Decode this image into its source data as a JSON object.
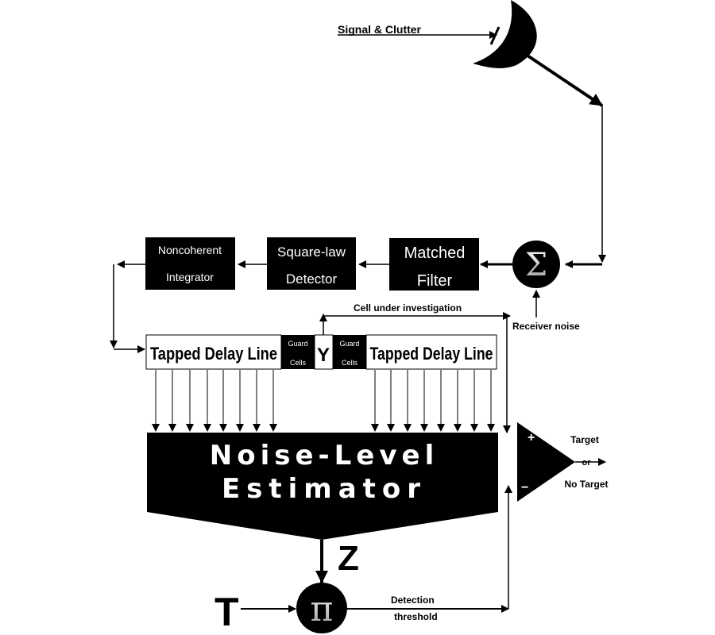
{
  "diagram": {
    "input_label": "Signal & Clutter",
    "blocks": {
      "noncoherent_integrator": [
        "Noncoherent",
        "Integrator"
      ],
      "square_law_detector": [
        "Square-law",
        "Detector"
      ],
      "matched_filter": [
        "Matched",
        "Filter"
      ],
      "summer_symbol": "Σ",
      "multiplier_symbol": "π",
      "estimator": [
        "Noise-Level",
        "Estimator"
      ]
    },
    "labels": {
      "receiver_noise": "Receiver noise",
      "cell_under_investigation": "Cell under investigation",
      "tapped_delay_line_left": "Tapped Delay Line",
      "tapped_delay_line_right": "Tapped Delay Line",
      "guard_cells_left": [
        "Guard",
        "Cells"
      ],
      "guard_cells_right": [
        "Guard",
        "Cells"
      ],
      "cell_symbol": "Y",
      "estimate_symbol": "Z",
      "scale_symbol": "T",
      "detection_threshold": [
        "Detection",
        "threshold"
      ],
      "plus": "+",
      "minus": "−",
      "output": [
        "Target",
        "or",
        "No Target"
      ]
    },
    "colors": {
      "ink": "#000000",
      "paper": "#ffffff"
    }
  }
}
